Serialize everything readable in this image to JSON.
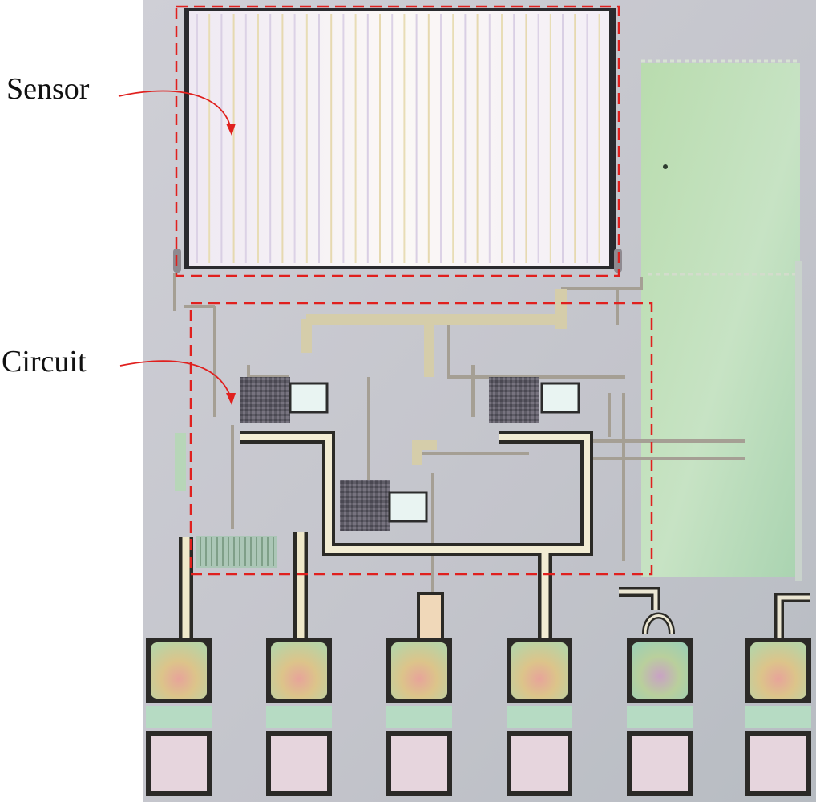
{
  "annotations": {
    "sensor_label": "Sensor",
    "circuit_label": "Circuit"
  },
  "colors": {
    "substrate": "#c7c7d0",
    "sensor_area": "#f3f0f7",
    "green_panel": "#b9d9b0",
    "metal_trace": "#d7cfaa",
    "trace_outline": "#2a2a28",
    "pad_top": "#d8c98c",
    "pad_bottom": "#e4d6df",
    "annotation_line": "#e02020",
    "text": "#111111"
  },
  "pads": {
    "count": 6
  }
}
